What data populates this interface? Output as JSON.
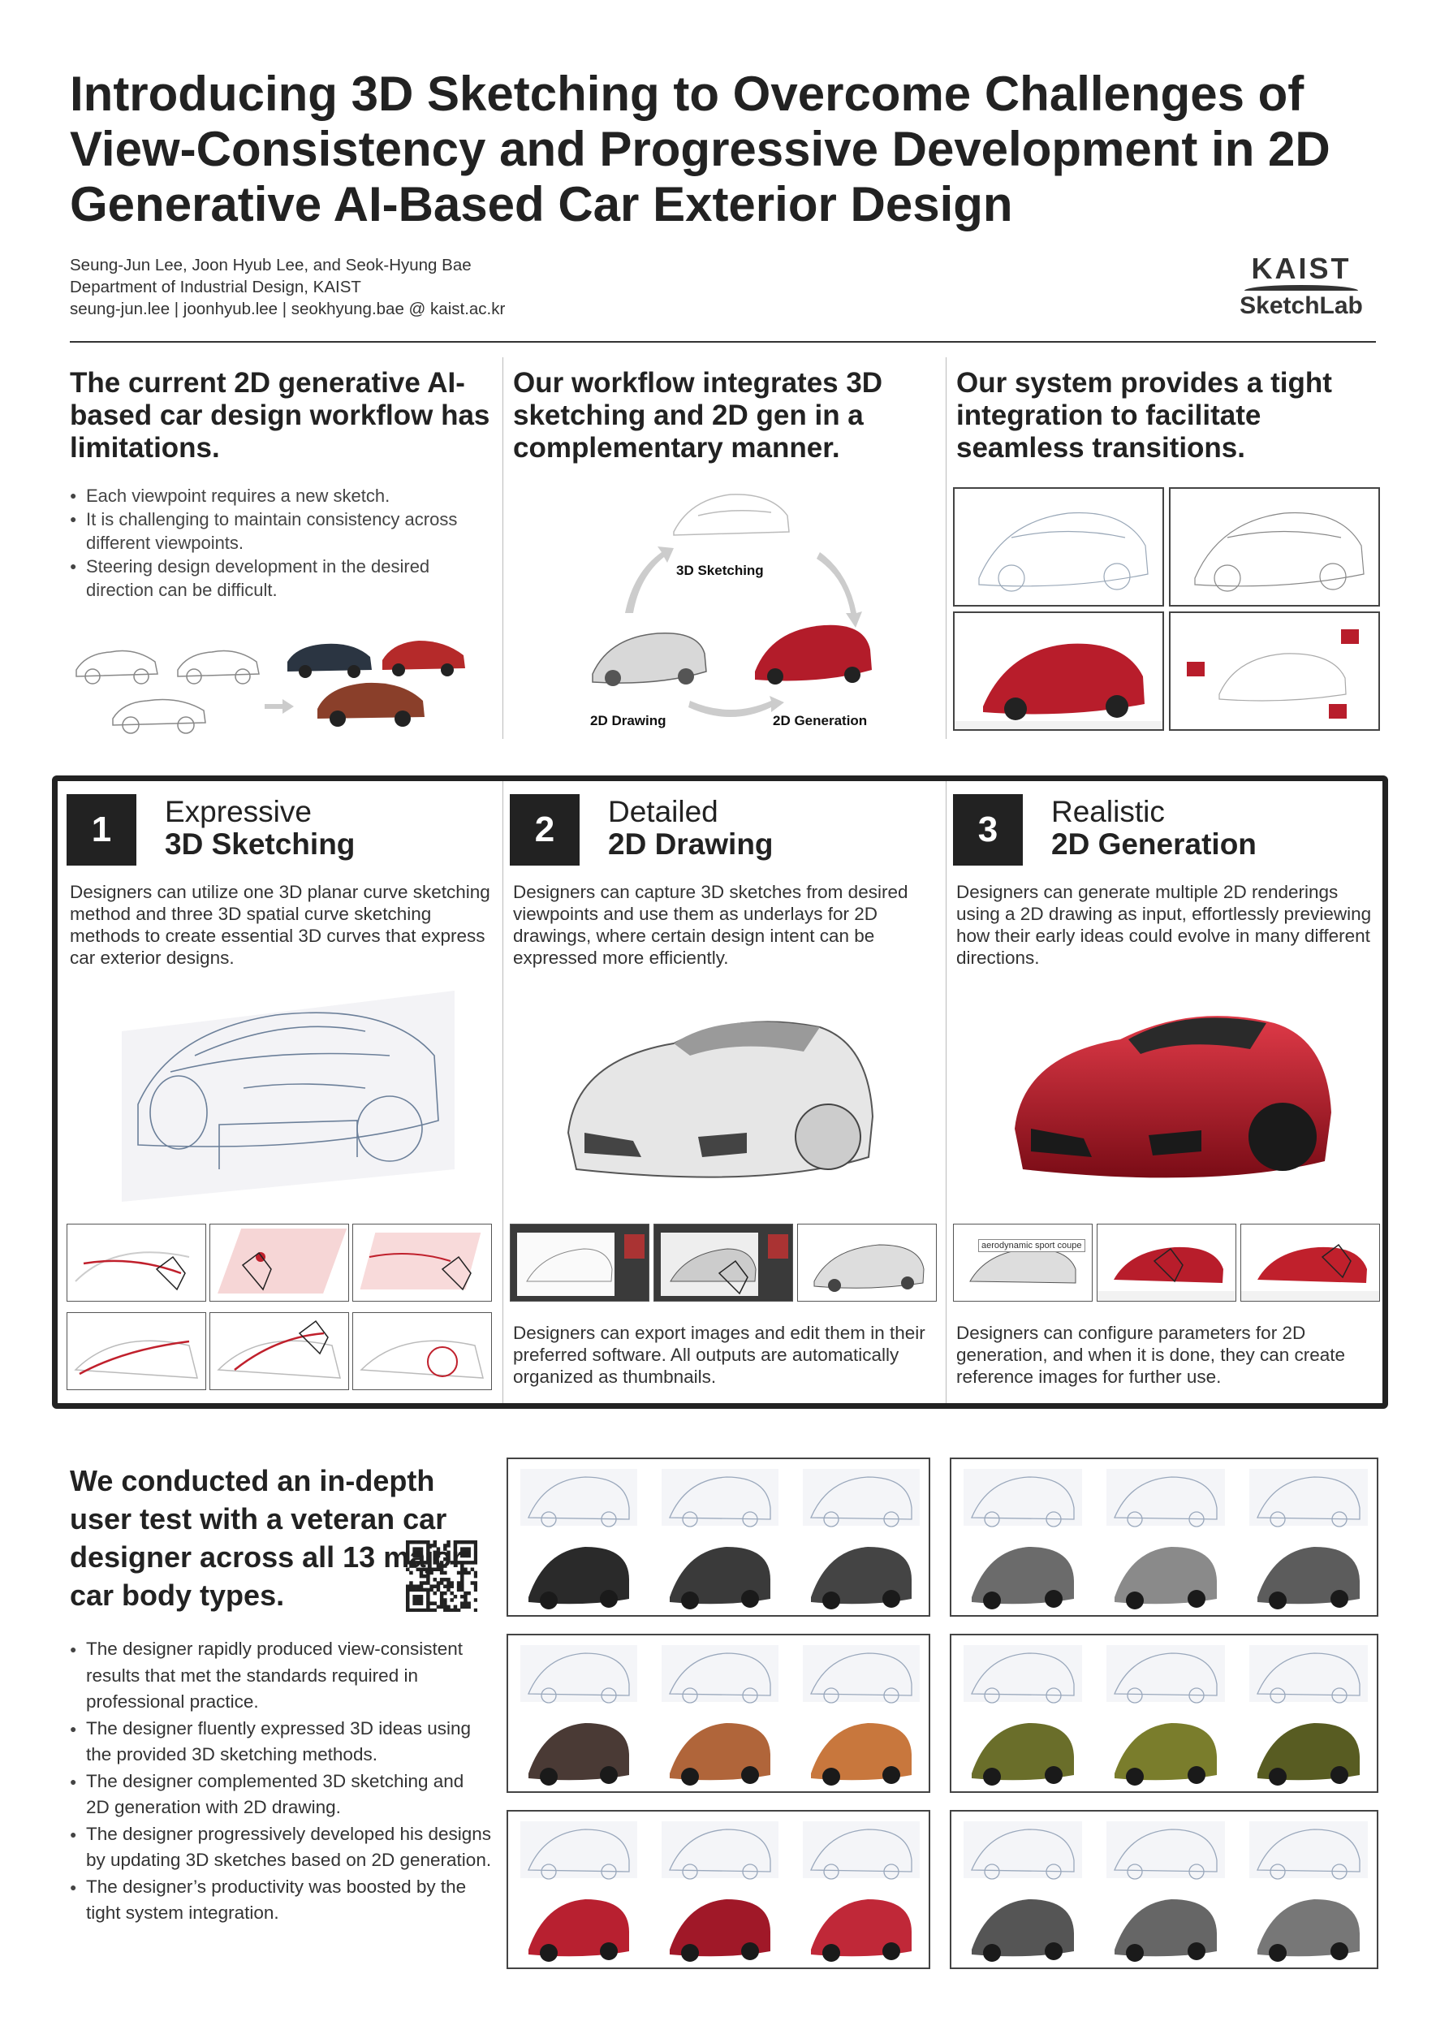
{
  "title": "Introducing 3D Sketching to Overcome Challenges of View-Consistency and Progressive Development in 2D Generative AI-Based Car Exterior Design",
  "authors": {
    "names": "Seung-Jun Lee, Joon Hyub Lee, and Seok-Hyung Bae",
    "affiliation": "Department of Industrial Design, KAIST",
    "emails": "seung-jun.lee | joonhyub.lee | seokhyung.bae @ kaist.ac.kr"
  },
  "logo": {
    "line1": "KAIST",
    "line2": "SketchLab"
  },
  "top_sections": [
    {
      "heading": "The current 2D generative AI-based car design workflow has limitations.",
      "bullets": [
        "Each viewpoint requires a new sketch.",
        "It is challenging to maintain consistency across different viewpoints.",
        "Steering design development in the desired direction can be difficult."
      ]
    },
    {
      "heading": "Our workflow integrates 3D sketching and 2D gen in a complementary manner.",
      "labels": {
        "sketching": "3D Sketching",
        "drawing": "2D Drawing",
        "generation": "2D Generation"
      }
    },
    {
      "heading": "Our system provides a tight integration to facilitate seamless transitions."
    }
  ],
  "features": [
    {
      "number": "1",
      "title_line1": "Expressive",
      "title_line2": "3D Sketching",
      "description": "Designers can utilize one 3D planar curve sketching method and three 3D spatial curve sketching methods to create essential 3D curves that express car exterior designs."
    },
    {
      "number": "2",
      "title_line1": "Detailed",
      "title_line2": "2D Drawing",
      "description": "Designers can capture 3D sketches from desired viewpoints and use them as underlays for 2D drawings, where certain design intent can be expressed more efficiently.",
      "footer": "Designers can export images and edit them in their preferred software. All outputs are automatically organized as thumbnails."
    },
    {
      "number": "3",
      "title_line1": "Realistic",
      "title_line2": "2D Generation",
      "description": "Designers can generate multiple 2D renderings using a 2D drawing as input, effortlessly previewing how their early ideas could evolve in many different directions.",
      "footer": "Designers can configure parameters for 2D generation, and when it is done, they can create reference images for further use.",
      "prompt_chip": "aerodynamic sport coupe"
    }
  ],
  "user_test": {
    "heading": "We conducted an in-depth user test with a veteran car designer across all 13 major car body types.",
    "bullets": [
      "The designer rapidly produced view-consistent results that met the standards required in professional practice.",
      "The designer fluently expressed 3D ideas using the provided 3D sketching methods.",
      "The designer complemented 3D sketching and 2D generation with 2D drawing.",
      "The designer progressively developed his designs by updating 3D sketches based on 2D generation.",
      "The designer’s productivity was boosted by the tight system integration."
    ]
  },
  "gallery_colors": [
    "#2a2a2a",
    "#3a3a3a",
    "#444444",
    "#6b6b6b",
    "#8a8a8a",
    "#5c5c5c",
    "#4a3a35",
    "#b0653a",
    "#c8773d",
    "#6a6e2a",
    "#7a7d2c",
    "#585c22",
    "#b82030",
    "#a01828",
    "#c02838",
    "#555555",
    "#666666",
    "#777777"
  ],
  "accent_red": "#c0202c"
}
